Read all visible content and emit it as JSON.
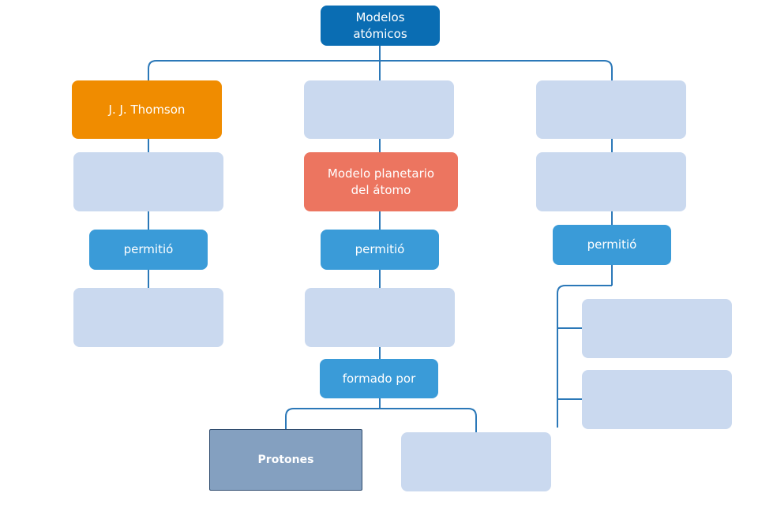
{
  "diagram": {
    "root": "Modelos\natómicos",
    "thomson": "J. J. Thomson",
    "planetary": "Modelo planetario\ndel átomo",
    "connector_left": "permitió",
    "connector_center": "permitió",
    "connector_right": "permitió",
    "formed_by": "formado por",
    "protons": "Protones"
  },
  "colors": {
    "line": "#2b78b8",
    "root": "#0a6db3",
    "thomson": "#f08c00",
    "planetary": "#ec7560",
    "connector": "#3a9bd8",
    "empty_box": "#cad9ef",
    "protons": "#84a0c0"
  }
}
